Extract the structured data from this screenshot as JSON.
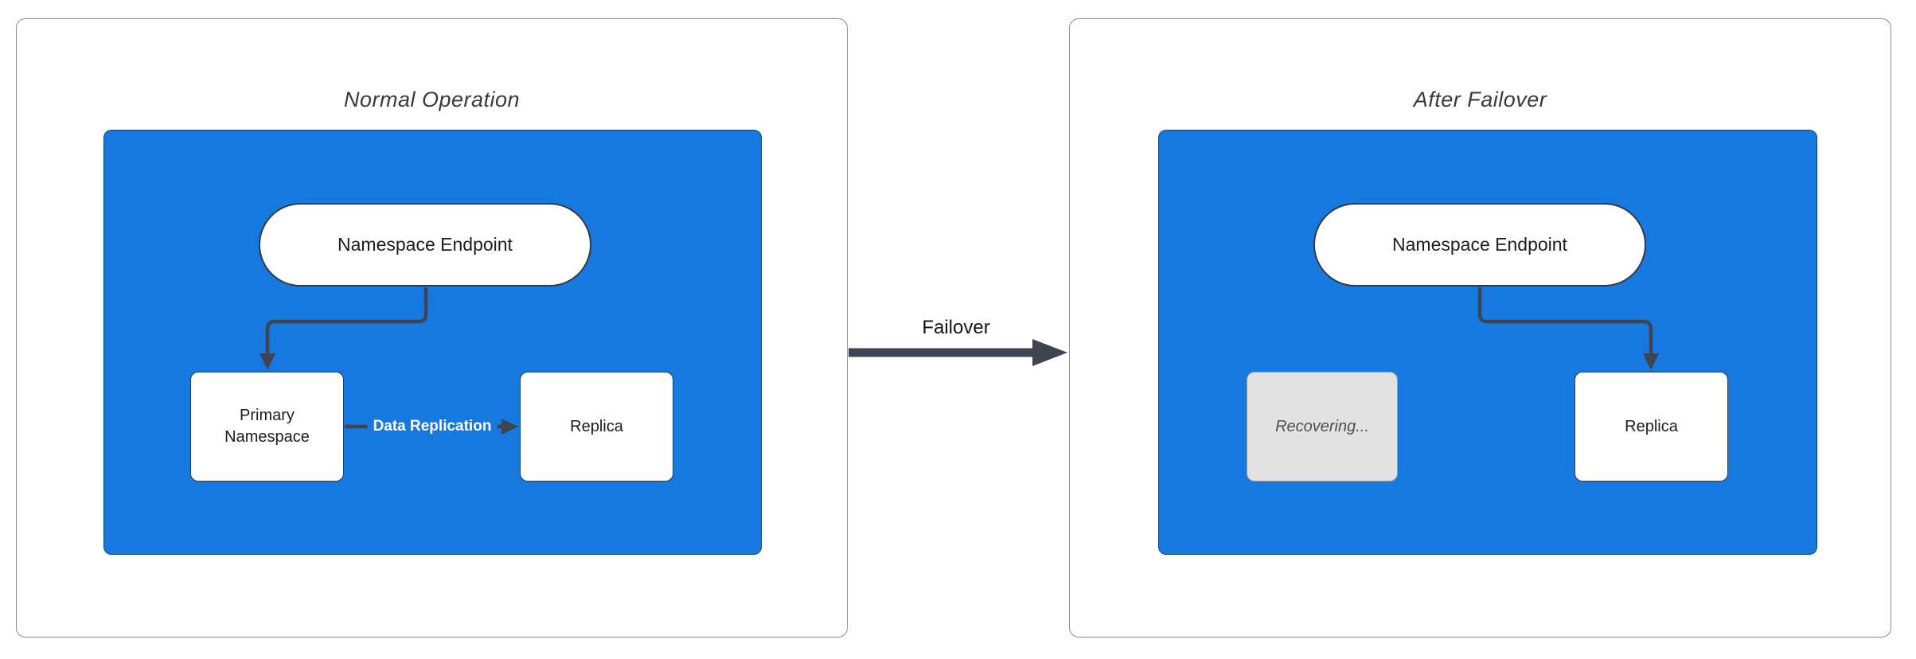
{
  "colors": {
    "blue": "#1778E0",
    "node-border": "#333a44",
    "edge": "#3e4550",
    "panel-border": "#8c8c8c",
    "recovering-fill": "#e2e2e2",
    "recovering-border": "#999999",
    "recovering-text": "#4f4f4f",
    "text": "#1d1d1d",
    "title-text": "#3a3a3a"
  },
  "panels": [
    {
      "title": "Normal Operation",
      "nodes": {
        "endpoint": "Namespace Endpoint",
        "primary": "Primary Namespace",
        "replica": "Replica"
      },
      "edge_labels": {
        "replication": "Data Replication"
      }
    },
    {
      "title": "After Failover",
      "nodes": {
        "endpoint": "Namespace Endpoint",
        "recovering": "Recovering...",
        "replica": "Replica"
      }
    }
  ],
  "failover": {
    "label": "Failover"
  }
}
